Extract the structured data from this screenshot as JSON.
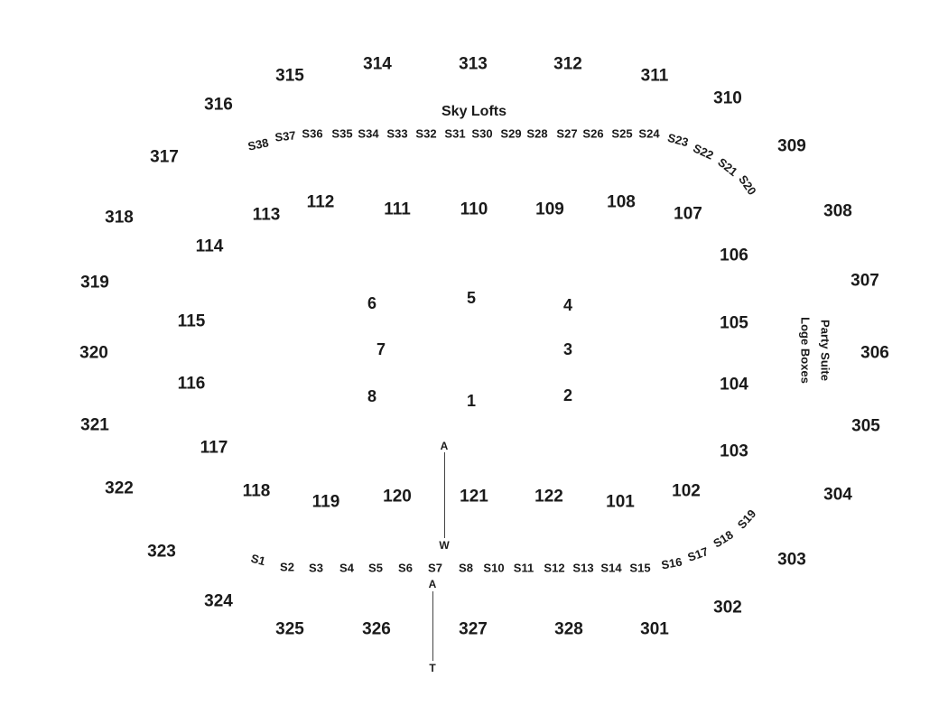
{
  "venue_map": {
    "sky_lofts_label": "Sky Lofts",
    "party_suite_label": "Party Suite",
    "loge_boxes_label": "Loge Boxes",
    "upper_sections": [
      "301",
      "302",
      "303",
      "304",
      "305",
      "306",
      "307",
      "308",
      "309",
      "310",
      "311",
      "312",
      "313",
      "314",
      "315",
      "316",
      "317",
      "318",
      "319",
      "320",
      "321",
      "322",
      "323",
      "324",
      "325",
      "326",
      "327",
      "328"
    ],
    "lower_sections": [
      "101",
      "102",
      "103",
      "104",
      "105",
      "106",
      "107",
      "108",
      "109",
      "110",
      "111",
      "112",
      "113",
      "114",
      "115",
      "116",
      "117",
      "118",
      "119",
      "120",
      "121",
      "122"
    ],
    "floor_sections": [
      "1",
      "2",
      "3",
      "4",
      "5",
      "6",
      "7",
      "8"
    ],
    "suites_top": [
      "S38",
      "S37",
      "S36",
      "S35",
      "S34",
      "S33",
      "S32",
      "S31",
      "S30",
      "S29",
      "S28",
      "S27",
      "S26",
      "S25",
      "S24",
      "S23",
      "S22",
      "S21",
      "S20"
    ],
    "suites_bottom": [
      "S1",
      "S2",
      "S3",
      "S4",
      "S5",
      "S6",
      "S7",
      "S8",
      "S10",
      "S11",
      "S12",
      "S13",
      "S14",
      "S15",
      "S16",
      "S17",
      "S18",
      "S19"
    ],
    "markers": {
      "upper_top": "A",
      "upper_bottom": "W",
      "lower_top": "A",
      "lower_bottom": "T"
    }
  }
}
